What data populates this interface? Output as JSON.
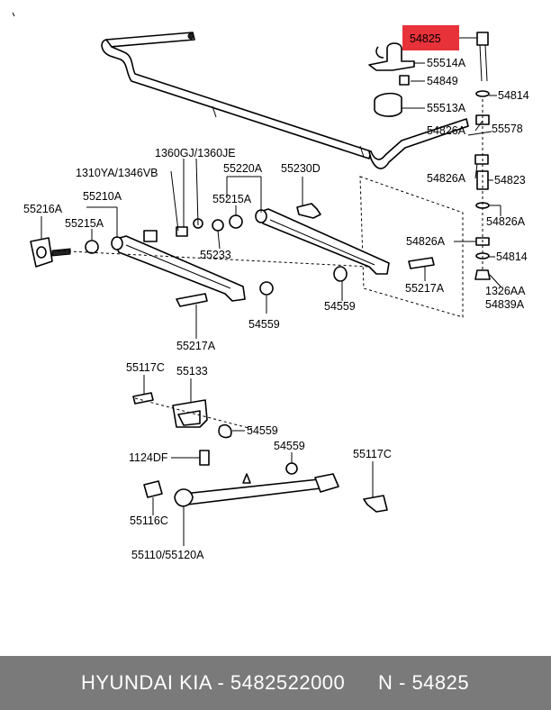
{
  "diagram": {
    "labels": {
      "p54825": "54825",
      "p55514A": "55514A",
      "p54849": "54849",
      "p55513A": "55513A",
      "p54814a": "54814",
      "p54826Aa": "54826A",
      "p55578": "55578",
      "p54826Ab": "54826A",
      "p54823": "54823",
      "p54826Ac": "54826A",
      "p54826Ad": "54826A",
      "p54814b": "54814",
      "p1326AA": "1326AA",
      "p54839A": "54839A",
      "p1360GJ": "1360GJ/1360JE",
      "p1310YA": "1310YA/1346VB",
      "p55220A": "55220A",
      "p55230D": "55230D",
      "p55215Aa": "55215A",
      "p55210A": "55210A",
      "p55216A": "55216A",
      "p55215Ab": "55215A",
      "p55233": "55233",
      "p55217Aa": "55217A",
      "p54559a": "54559",
      "p54559b": "54559",
      "p55217Ab": "55217A",
      "p55117Ca": "55117C",
      "p55133": "55133",
      "p54559c": "54559",
      "p1124DF": "1124DF",
      "p54559d": "54559",
      "p55117Cb": "55117C",
      "p55116C": "55116C",
      "p55110": "55110/55120A"
    },
    "highlight_color": "#e8323a"
  },
  "footer": {
    "brand": "HYUNDAI  KIA - 5482522000",
    "part_number": "N - 54825"
  }
}
